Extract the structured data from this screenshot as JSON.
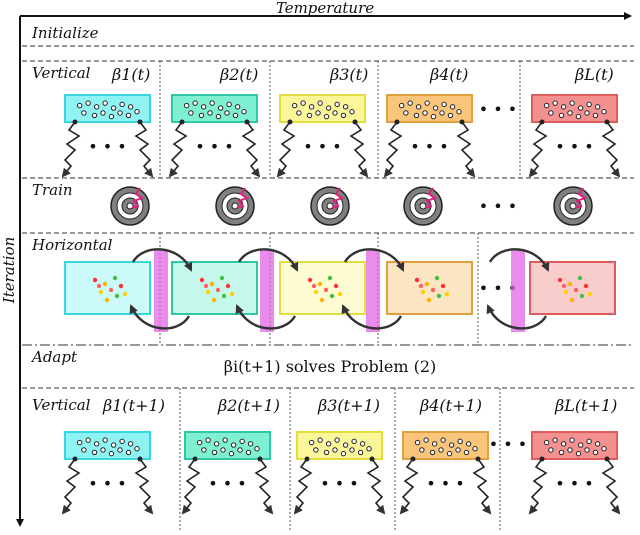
{
  "axes": {
    "temperature_label": "Temperature",
    "iteration_label": "Iteration"
  },
  "sections": {
    "initialize": "Initialize",
    "vertical": "Vertical",
    "train": "Train",
    "horizontal": "Horizontal",
    "adapt": "Adapt",
    "vertical_bottom": "Vertical"
  },
  "betas_top": [
    "β1(t)",
    "β2(t)",
    "β3(t)",
    "β4(t)",
    "βL(t)"
  ],
  "betas_bottom": [
    "β1(t+1)",
    "β2(t+1)",
    "β3(t+1)",
    "β4(t+1)",
    "βL(t+1)"
  ],
  "adapt_equation": "βi(t+1) solves Problem (2)",
  "ellipsis": "• • •",
  "colors": {
    "box_fills": [
      "#8ff3f3",
      "#7ff0d2",
      "#fbf69a",
      "#f9c57a",
      "#f39090"
    ],
    "box_strokes": [
      "#3ad6e0",
      "#30c7a8",
      "#e5dc40",
      "#e0a040",
      "#e05b5b"
    ],
    "swap_band": "#e266e6",
    "target": "#808080"
  }
}
